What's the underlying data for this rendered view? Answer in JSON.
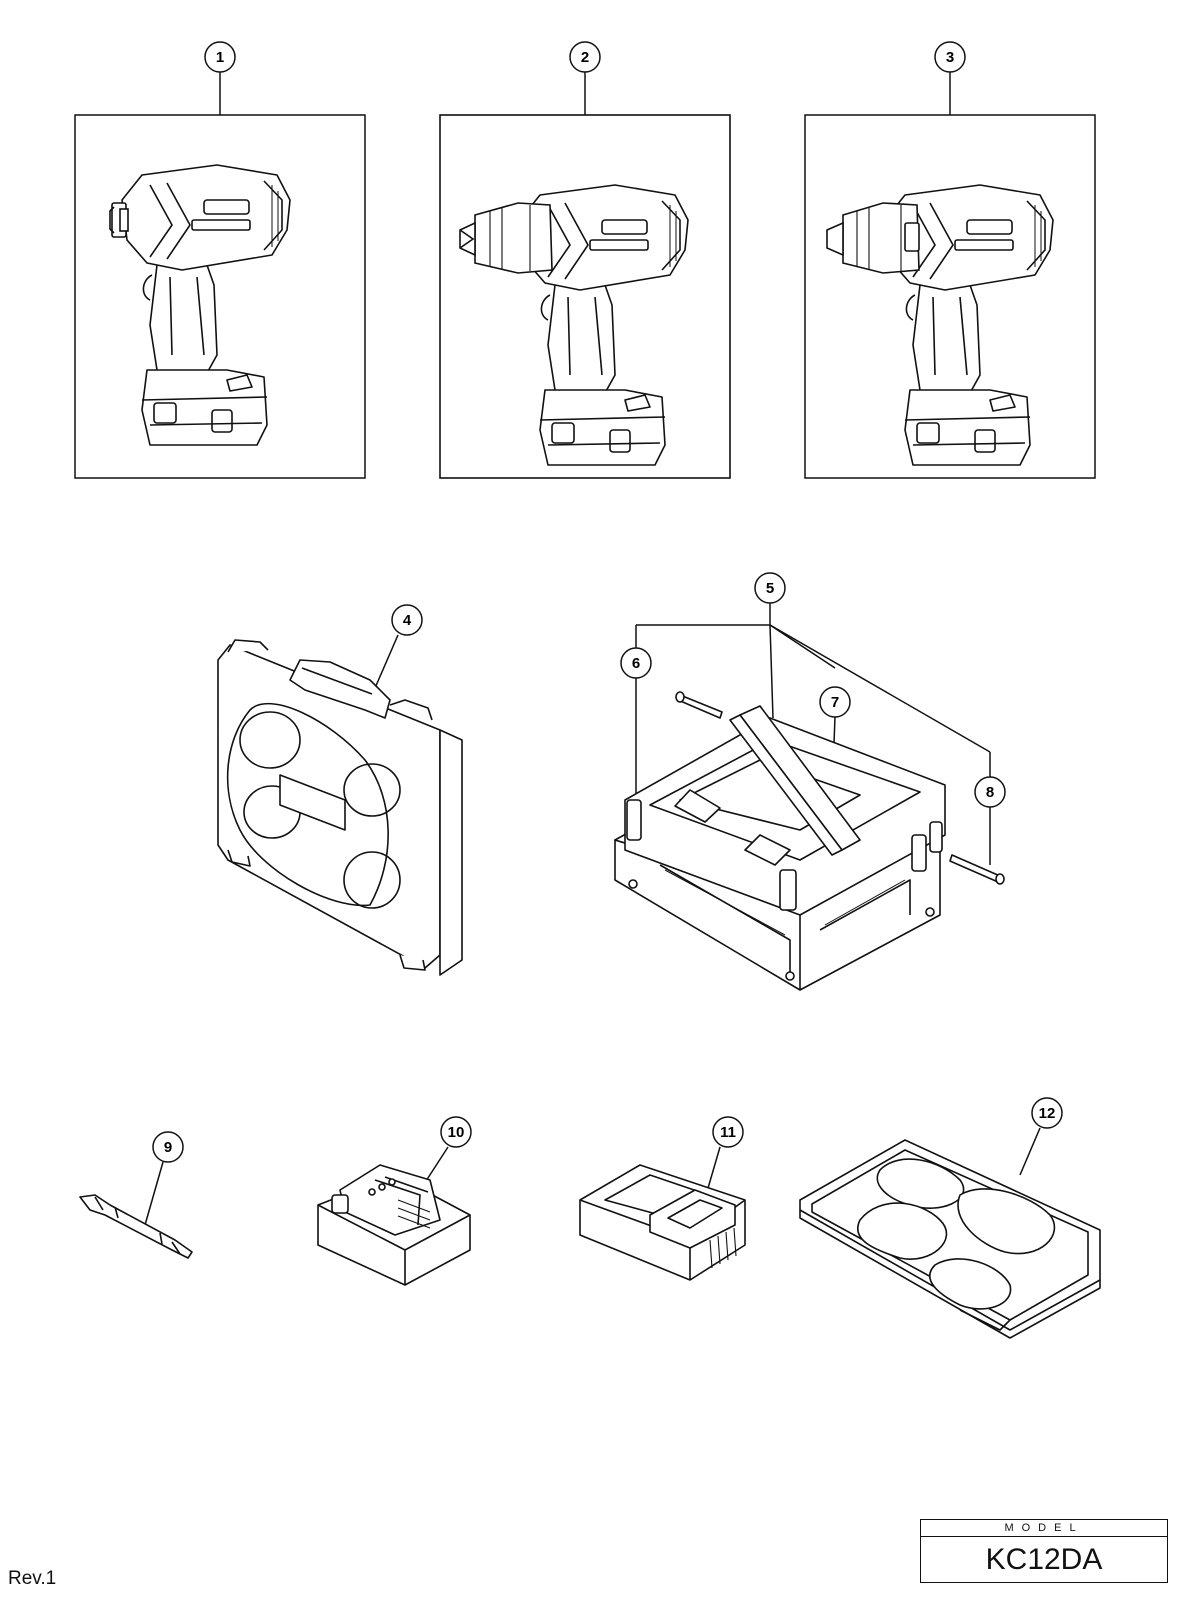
{
  "callouts": [
    "1",
    "2",
    "3",
    "4",
    "5",
    "6",
    "7",
    "8",
    "9",
    "10",
    "11",
    "12"
  ],
  "model": {
    "label": "MODEL",
    "value": "KC12DA"
  },
  "revision": "Rev.1"
}
